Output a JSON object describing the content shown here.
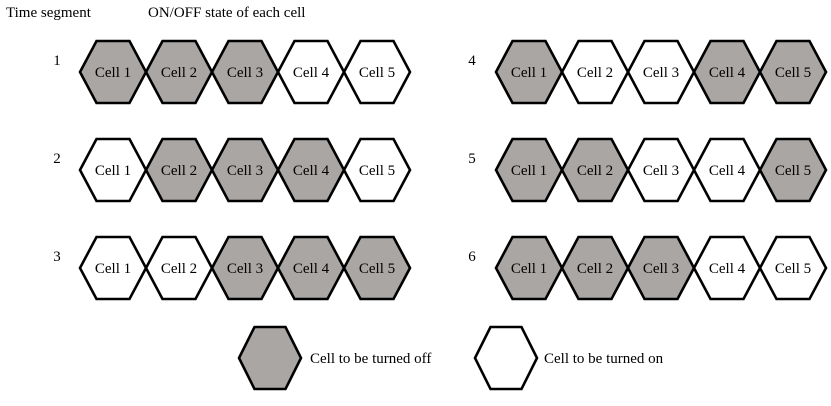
{
  "header": {
    "time_segment": "Time segment",
    "state_title": "ON/OFF state of each cell"
  },
  "colors": {
    "off_fill": "#a9a6a4",
    "on_fill": "#ffffff",
    "stroke": "#000000"
  },
  "segments": [
    {
      "number": "1",
      "cells": [
        {
          "label": "Cell 1",
          "state": "off"
        },
        {
          "label": "Cell 2",
          "state": "off"
        },
        {
          "label": "Cell 3",
          "state": "off"
        },
        {
          "label": "Cell 4",
          "state": "on"
        },
        {
          "label": "Cell 5",
          "state": "on"
        }
      ]
    },
    {
      "number": "2",
      "cells": [
        {
          "label": "Cell 1",
          "state": "on"
        },
        {
          "label": "Cell 2",
          "state": "off"
        },
        {
          "label": "Cell 3",
          "state": "off"
        },
        {
          "label": "Cell 4",
          "state": "off"
        },
        {
          "label": "Cell 5",
          "state": "on"
        }
      ]
    },
    {
      "number": "3",
      "cells": [
        {
          "label": "Cell 1",
          "state": "on"
        },
        {
          "label": "Cell 2",
          "state": "on"
        },
        {
          "label": "Cell 3",
          "state": "off"
        },
        {
          "label": "Cell 4",
          "state": "off"
        },
        {
          "label": "Cell 5",
          "state": "off"
        }
      ]
    },
    {
      "number": "4",
      "cells": [
        {
          "label": "Cell 1",
          "state": "off"
        },
        {
          "label": "Cell 2",
          "state": "on"
        },
        {
          "label": "Cell 3",
          "state": "on"
        },
        {
          "label": "Cell 4",
          "state": "off"
        },
        {
          "label": "Cell 5",
          "state": "off"
        }
      ]
    },
    {
      "number": "5",
      "cells": [
        {
          "label": "Cell 1",
          "state": "off"
        },
        {
          "label": "Cell 2",
          "state": "off"
        },
        {
          "label": "Cell 3",
          "state": "on"
        },
        {
          "label": "Cell 4",
          "state": "on"
        },
        {
          "label": "Cell 5",
          "state": "off"
        }
      ]
    },
    {
      "number": "6",
      "cells": [
        {
          "label": "Cell 1",
          "state": "off"
        },
        {
          "label": "Cell 2",
          "state": "off"
        },
        {
          "label": "Cell 3",
          "state": "off"
        },
        {
          "label": "Cell 4",
          "state": "on"
        },
        {
          "label": "Cell 5",
          "state": "on"
        }
      ]
    }
  ],
  "legend": {
    "off_label": "Cell to be turned off",
    "on_label": "Cell to be turned on"
  }
}
